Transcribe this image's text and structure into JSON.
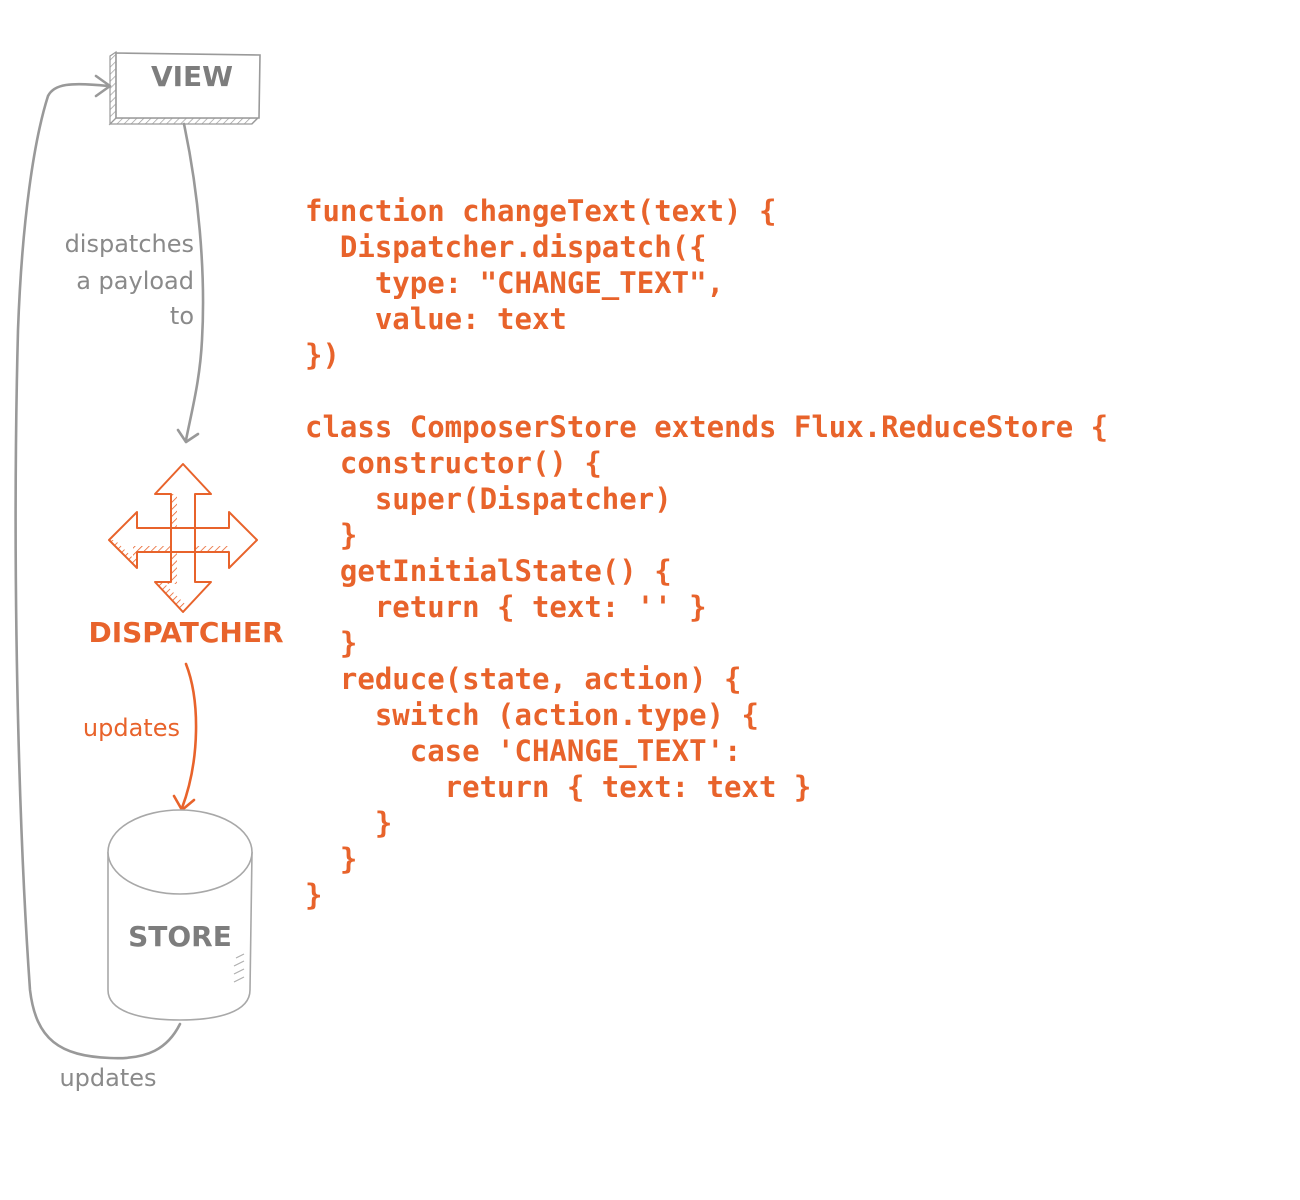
{
  "colors": {
    "accent": "#e8632b",
    "gray": "#8a8a8a"
  },
  "nodes": {
    "view": "VIEW",
    "dispatcher": "DISPATCHER",
    "store": "STORE"
  },
  "edges": {
    "view_to_dispatcher": [
      "dispatches",
      "a payload",
      "to"
    ],
    "dispatcher_to_store": "updates",
    "store_to_view": "updates"
  },
  "icons": {
    "dispatcher": "four-way-arrows-icon"
  },
  "code": [
    "function changeText(text) {",
    "  Dispatcher.dispatch({",
    "    type: \"CHANGE_TEXT\",",
    "    value: text",
    "})",
    "",
    "class ComposerStore extends Flux.ReduceStore {",
    "  constructor() {",
    "    super(Dispatcher)",
    "  }",
    "  getInitialState() {",
    "    return { text: '' }",
    "  }",
    "  reduce(state, action) {",
    "    switch (action.type) {",
    "      case 'CHANGE_TEXT':",
    "        return { text: text }",
    "    }",
    "  }",
    "}"
  ]
}
